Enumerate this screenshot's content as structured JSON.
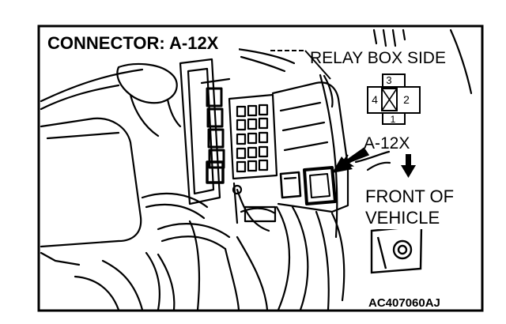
{
  "figure": {
    "title": "CONNECTOR: A-12X",
    "location_label": "RELAY BOX SIDE",
    "callout_label": "A-12X",
    "direction_label_line1": "FRONT OF",
    "direction_label_line2": "VEHICLE",
    "figure_code": "AC407060AJ"
  },
  "connector_pinout": {
    "pins": [
      "3",
      "4",
      "2",
      "1"
    ]
  },
  "colors": {
    "line": "#000000",
    "background": "#ffffff"
  }
}
